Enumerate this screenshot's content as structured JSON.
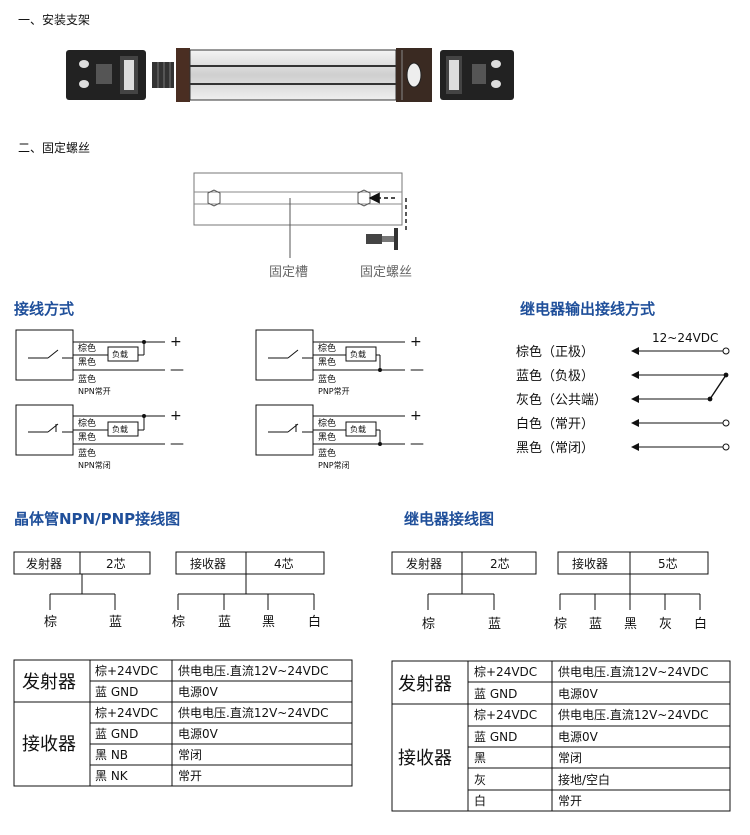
{
  "sections": {
    "bracket": "一、安装支架",
    "screw": "二、固定螺丝"
  },
  "screw_labels": {
    "groove": "固定槽",
    "screw": "固定螺丝"
  },
  "wiring": {
    "title": "接线方式",
    "npn_no": {
      "wires": [
        "棕色",
        "黑色",
        "蓝色"
      ],
      "load": "负载",
      "caption": "NPN常开"
    },
    "pnp_no": {
      "wires": [
        "棕色",
        "黑色",
        "蓝色"
      ],
      "load": "负载",
      "caption": "PNP常开"
    },
    "npn_nc": {
      "wires": [
        "棕色",
        "黑色",
        "蓝色"
      ],
      "load": "负载",
      "caption": "NPN常闭"
    },
    "pnp_nc": {
      "wires": [
        "棕色",
        "黑色",
        "蓝色"
      ],
      "load": "负载",
      "caption": "PNP常闭"
    },
    "plus": "+",
    "minus": "—"
  },
  "relay_output": {
    "title": "继电器输出接线方式",
    "voltage": "12~24VDC",
    "rows": [
      "棕色（正极）",
      "蓝色（负极）",
      "灰色（公共端）",
      "白色（常开）",
      "黑色（常闭）"
    ]
  },
  "transistor": {
    "title": "晶体管NPN/PNP接线图",
    "emitter": {
      "label": "发射器",
      "cores": "2芯",
      "wires": [
        "棕",
        "蓝"
      ]
    },
    "receiver": {
      "label": "接收器",
      "cores": "4芯",
      "wires": [
        "棕",
        "蓝",
        "黑",
        "白"
      ]
    },
    "table": {
      "emitter_label": "发射器",
      "receiver_label": "接收器",
      "emitter_rows": [
        {
          "wire": "棕+24VDC",
          "desc": "供电电压.直流12V~24VDC"
        },
        {
          "wire": "蓝 GND",
          "desc": "电源0V"
        }
      ],
      "receiver_rows": [
        {
          "wire": "棕+24VDC",
          "desc": "供电电压.直流12V~24VDC"
        },
        {
          "wire": "蓝 GND",
          "desc": "电源0V"
        },
        {
          "wire": "黑 NB",
          "desc": "常闭"
        },
        {
          "wire": "黑 NK",
          "desc": "常开"
        }
      ]
    }
  },
  "relay": {
    "title": "继电器接线图",
    "emitter": {
      "label": "发射器",
      "cores": "2芯",
      "wires": [
        "棕",
        "蓝"
      ]
    },
    "receiver": {
      "label": "接收器",
      "cores": "5芯",
      "wires": [
        "棕",
        "蓝",
        "黑",
        "灰",
        "白"
      ]
    },
    "table": {
      "emitter_label": "发射器",
      "receiver_label": "接收器",
      "emitter_rows": [
        {
          "wire": "棕+24VDC",
          "desc": "供电电压.直流12V~24VDC"
        },
        {
          "wire": "蓝 GND",
          "desc": "电源0V"
        }
      ],
      "receiver_rows": [
        {
          "wire": "棕+24VDC",
          "desc": "供电电压.直流12V~24VDC"
        },
        {
          "wire": "蓝 GND",
          "desc": "电源0V"
        },
        {
          "wire": "黑",
          "desc": "常闭"
        },
        {
          "wire": "灰",
          "desc": "接地/空白"
        },
        {
          "wire": "白",
          "desc": "常开"
        }
      ]
    }
  }
}
